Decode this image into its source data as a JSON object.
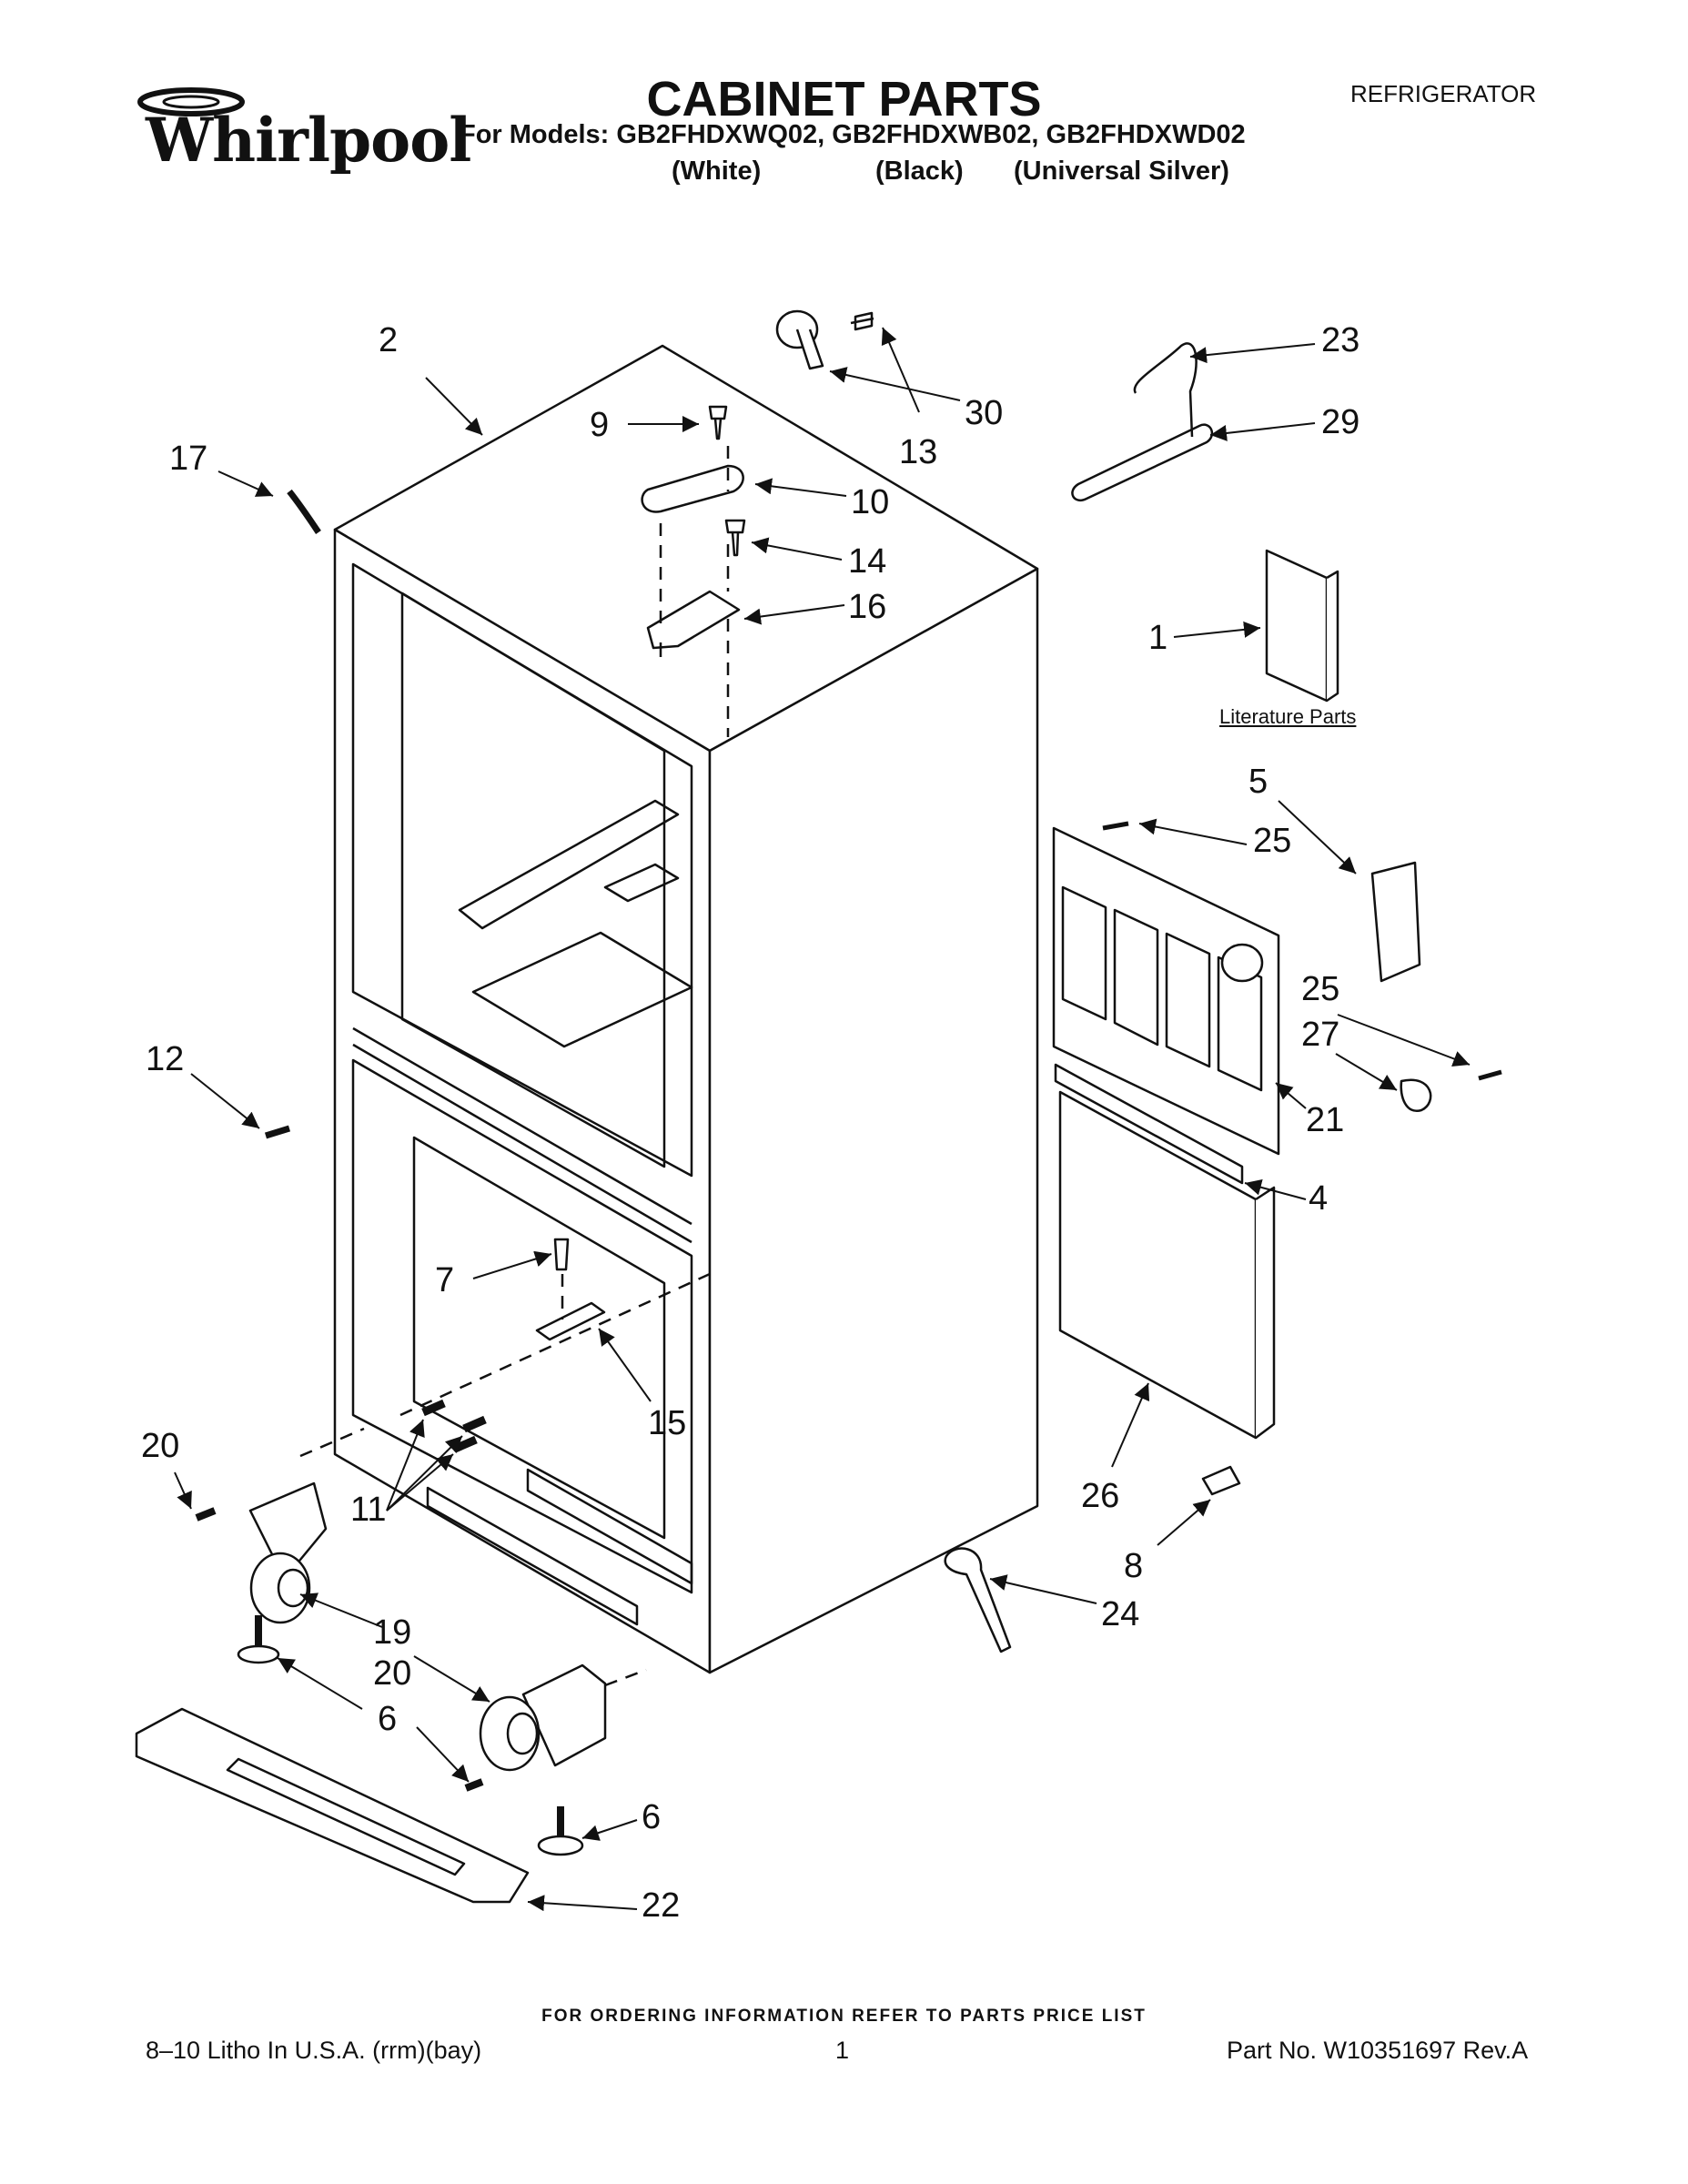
{
  "header": {
    "brand": "Whirlpool",
    "title": "CABINET PARTS",
    "models_line": "For Models: GB2FHDXWQ02, GB2FHDXWB02, GB2FHDXWD02",
    "colors": [
      "(White)",
      "(Black)",
      "(Universal Silver)"
    ],
    "appliance": "REFRIGERATOR"
  },
  "literature_label": "Literature Parts",
  "callouts": [
    "2",
    "17",
    "9",
    "10",
    "14",
    "16",
    "13",
    "30",
    "23",
    "29",
    "1",
    "5",
    "25",
    "25",
    "27",
    "21",
    "4",
    "12",
    "7",
    "15",
    "11",
    "20",
    "19",
    "20",
    "6",
    "6",
    "22",
    "26",
    "8",
    "24"
  ],
  "footer": {
    "ordering": "FOR ORDERING INFORMATION REFER TO PARTS PRICE LIST",
    "litho": "8–10 Litho In U.S.A. (rrm)(bay)",
    "page": "1",
    "part_no": "Part No. W10351697 Rev.A"
  }
}
